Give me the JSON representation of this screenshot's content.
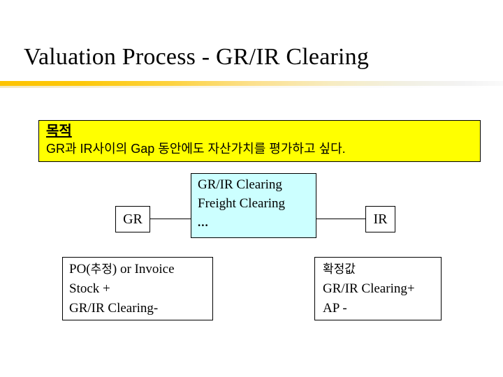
{
  "slide": {
    "title": "Valuation Process - GR/IR Clearing",
    "background_color": "#FFFFFF",
    "rule_color_left": "#FDC300",
    "rule_color_right": "#FAFAFA"
  },
  "purpose": {
    "heading": "목적",
    "body": "GR과 IR사이의 Gap 동안에도 자산가치를 평가하고 싶다.",
    "background_color": "#FFFF00",
    "border_color": "#000000"
  },
  "diagram": {
    "gr_box": {
      "label": "GR",
      "background_color": "#FFFFFF"
    },
    "ir_box": {
      "label": "IR",
      "background_color": "#FFFFFF"
    },
    "clearing_box": {
      "line1": "GR/IR Clearing",
      "line2": "Freight Clearing",
      "line3": "...",
      "background_color": "#CCFFFF"
    },
    "po_box": {
      "line1_prefix": "PO(",
      "line1_korean": "추정",
      "line1_suffix": ") or Invoice",
      "line2": "Stock +",
      "line3": "GR/IR Clearing-",
      "background_color": "#FFFFFF"
    },
    "fixed_box": {
      "line1": "확정값",
      "line2": "GR/IR Clearing+",
      "line3": "AP -",
      "background_color": "#FFFFFF"
    }
  }
}
